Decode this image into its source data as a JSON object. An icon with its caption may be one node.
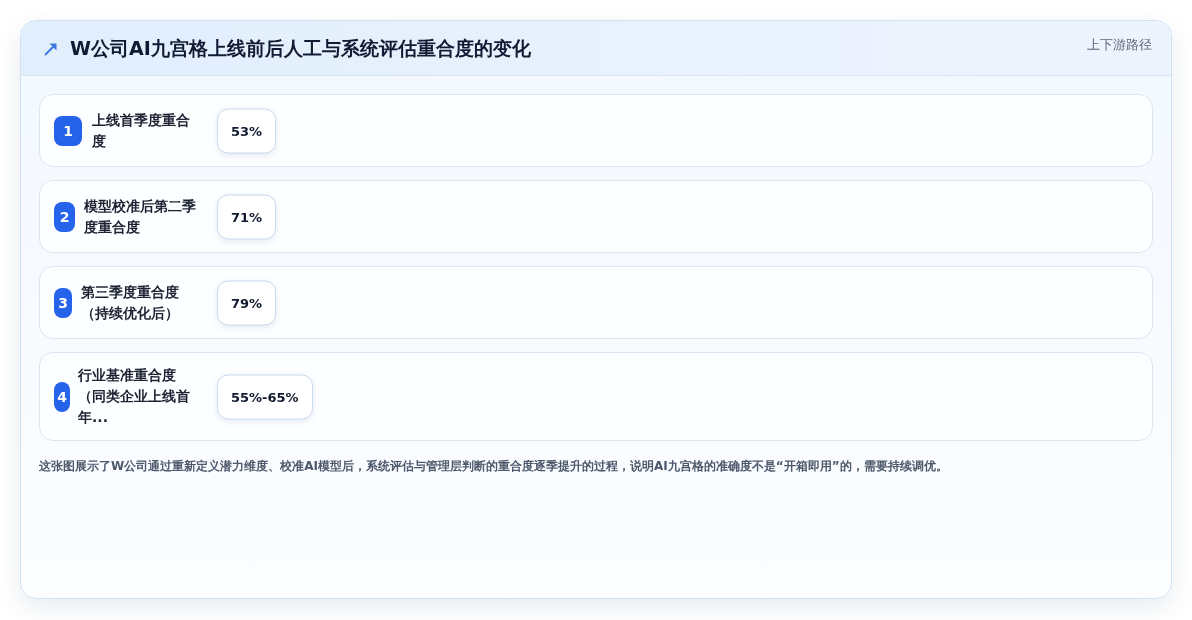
{
  "diagram": {
    "title": "W公司AI九宫格上线前后人工与系统评估重合度的变化",
    "nodes": [
      {
        "text": [
          "上线首季度重合度"
        ]
      },
      {
        "text": [
          "1"
        ],
        "in": 0
      },
      {
        "text": [
          "53%"
        ],
        "in": 0
      },
      {
        "text": [
          "模型校准后第二季度重合度"
        ]
      },
      {
        "text": [
          "2"
        ],
        "in": 3
      },
      {
        "text": [
          "71%"
        ],
        "in": 3
      },
      {
        "text": [
          "第三季度重合度（持续优化后）"
        ]
      },
      {
        "text": [
          "3"
        ],
        "in": 6
      },
      {
        "text": [
          "79%"
        ],
        "in": 6
      },
      {
        "text": [
          "行业基准重合度（同类企业上线首年..."
        ]
      },
      {
        "text": [
          "4"
        ],
        "in": 9
      },
      {
        "text": [
          "55%-65%"
        ],
        "in": 9
      }
    ],
    "labels": [
      "上下游路径"
    ],
    "caption": "这张图展示了W公司通过重新定义潜力维度、校准AI模型后，系统评估与管理层判断的重合度逐季提升的过程，说明AI九宫格的准确度不是“开箱即用”的，需要持续调优。"
  }
}
